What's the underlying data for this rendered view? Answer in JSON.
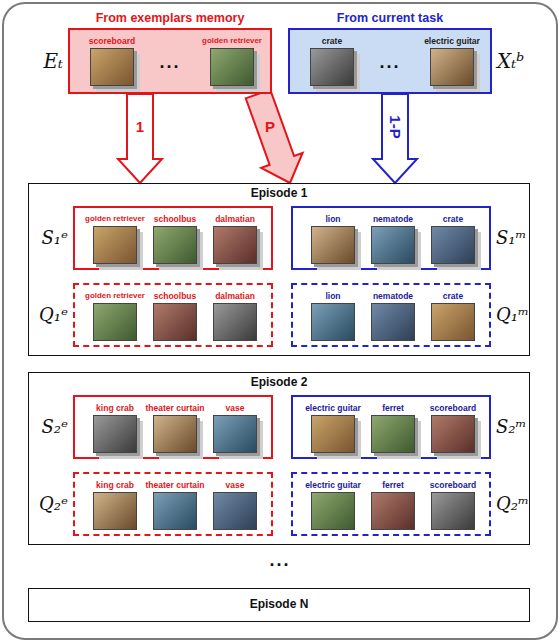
{
  "diagram": {
    "nodes": [
      {
        "text": [
          "From exemplars memory",
          "Eₜ"
        ]
      },
      {
        "text": [
          "scoreboard"
        ],
        "in": 0
      },
      {
        "text": [
          "golden retriever"
        ],
        "in": 0
      },
      {
        "text": [
          "From current task",
          "Xₜᵇ"
        ]
      },
      {
        "text": [
          "crate"
        ],
        "in": 3
      },
      {
        "text": [
          "electric guitar"
        ],
        "in": 3
      },
      {
        "text": [
          "Episode 1"
        ]
      },
      {
        "text": [
          "S₁ᵉ"
        ],
        "in": 6
      },
      {
        "text": [
          "golden retriever"
        ],
        "in": 7
      },
      {
        "text": [
          "schoolbus"
        ],
        "in": 7
      },
      {
        "text": [
          "dalmatian"
        ],
        "in": 7
      },
      {
        "text": [
          "S₁ᵐ"
        ],
        "in": 6
      },
      {
        "text": [
          "lion"
        ],
        "in": 11
      },
      {
        "text": [
          "nematode"
        ],
        "in": 11
      },
      {
        "text": [
          "crate"
        ],
        "in": 11
      },
      {
        "text": [
          "Q₁ᵉ"
        ],
        "in": 6
      },
      {
        "text": [
          "golden retriever"
        ],
        "in": 15
      },
      {
        "text": [
          "schoolbus"
        ],
        "in": 15
      },
      {
        "text": [
          "dalmatian"
        ],
        "in": 15
      },
      {
        "text": [
          "Q₁ᵐ"
        ],
        "in": 6
      },
      {
        "text": [
          "lion"
        ],
        "in": 19
      },
      {
        "text": [
          "nematode"
        ],
        "in": 19
      },
      {
        "text": [
          "crate"
        ],
        "in": 19
      },
      {
        "text": [
          "Episode 2"
        ]
      },
      {
        "text": [
          "S₂ᵉ"
        ],
        "in": 23
      },
      {
        "text": [
          "king crab"
        ],
        "in": 24
      },
      {
        "text": [
          "theater curtain"
        ],
        "in": 24
      },
      {
        "text": [
          "vase"
        ],
        "in": 24
      },
      {
        "text": [
          "S₂ᵐ"
        ],
        "in": 23
      },
      {
        "text": [
          "electric guitar"
        ],
        "in": 28
      },
      {
        "text": [
          "ferret"
        ],
        "in": 28
      },
      {
        "text": [
          "scoreboard"
        ],
        "in": 28
      },
      {
        "text": [
          "Q₂ᵉ"
        ],
        "in": 23
      },
      {
        "text": [
          "king crab"
        ],
        "in": 32
      },
      {
        "text": [
          "theater curtain"
        ],
        "in": 32
      },
      {
        "text": [
          "vase"
        ],
        "in": 32
      },
      {
        "text": [
          "Q₂ᵐ"
        ],
        "in": 23
      },
      {
        "text": [
          "electric guitar"
        ],
        "in": 36
      },
      {
        "text": [
          "ferret"
        ],
        "in": 36
      },
      {
        "text": [
          "scoreboard"
        ],
        "in": 36
      },
      {
        "text": [
          "Episode N"
        ]
      }
    ],
    "edges": [
      {
        "from": 0,
        "to": 6,
        "arrow": "to",
        "label": "1"
      },
      {
        "from": 0,
        "to": 6,
        "arrow": "to",
        "label": "P"
      },
      {
        "from": 3,
        "to": 6,
        "arrow": "to",
        "label": "1-P"
      }
    ],
    "labels": [
      "...",
      "...",
      "..."
    ]
  }
}
